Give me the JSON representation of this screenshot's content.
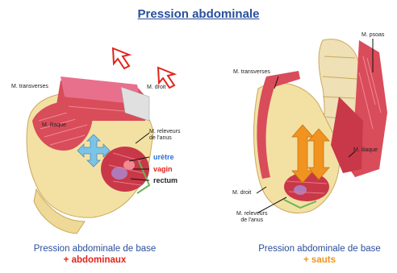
{
  "title": "Pression abdominale",
  "left": {
    "labels": {
      "transverses": "M. transverses",
      "droit": "M. droit",
      "iliaque": "M. iliaque",
      "releveurs": "M. releveurs\nde l'anus",
      "uretre": "urètre",
      "vagin": "vagin",
      "rectum": "rectum"
    },
    "caption_base": "Pression abdominale de base",
    "caption_extra": "+ abdominaux"
  },
  "right": {
    "labels": {
      "psoas": "M. psoas",
      "transverses": "M. transverses",
      "iliaque": "M. iliaque",
      "droit": "M. droit",
      "releveurs": "M. releveurs\nde l'anus"
    },
    "caption_base": "Pression abdominale de base",
    "caption_extra": "+ sauts"
  },
  "colors": {
    "title": "#2a4e9c",
    "uretre": "#2a6fd6",
    "vagin": "#e2231a",
    "rectum": "#222222",
    "abdominaux": "#e2231a",
    "sauts": "#f0941f",
    "pressure_arrow": "#e2231a",
    "jump_arrow": "#f0941f",
    "cross_arrow": "#7cc3e8"
  }
}
